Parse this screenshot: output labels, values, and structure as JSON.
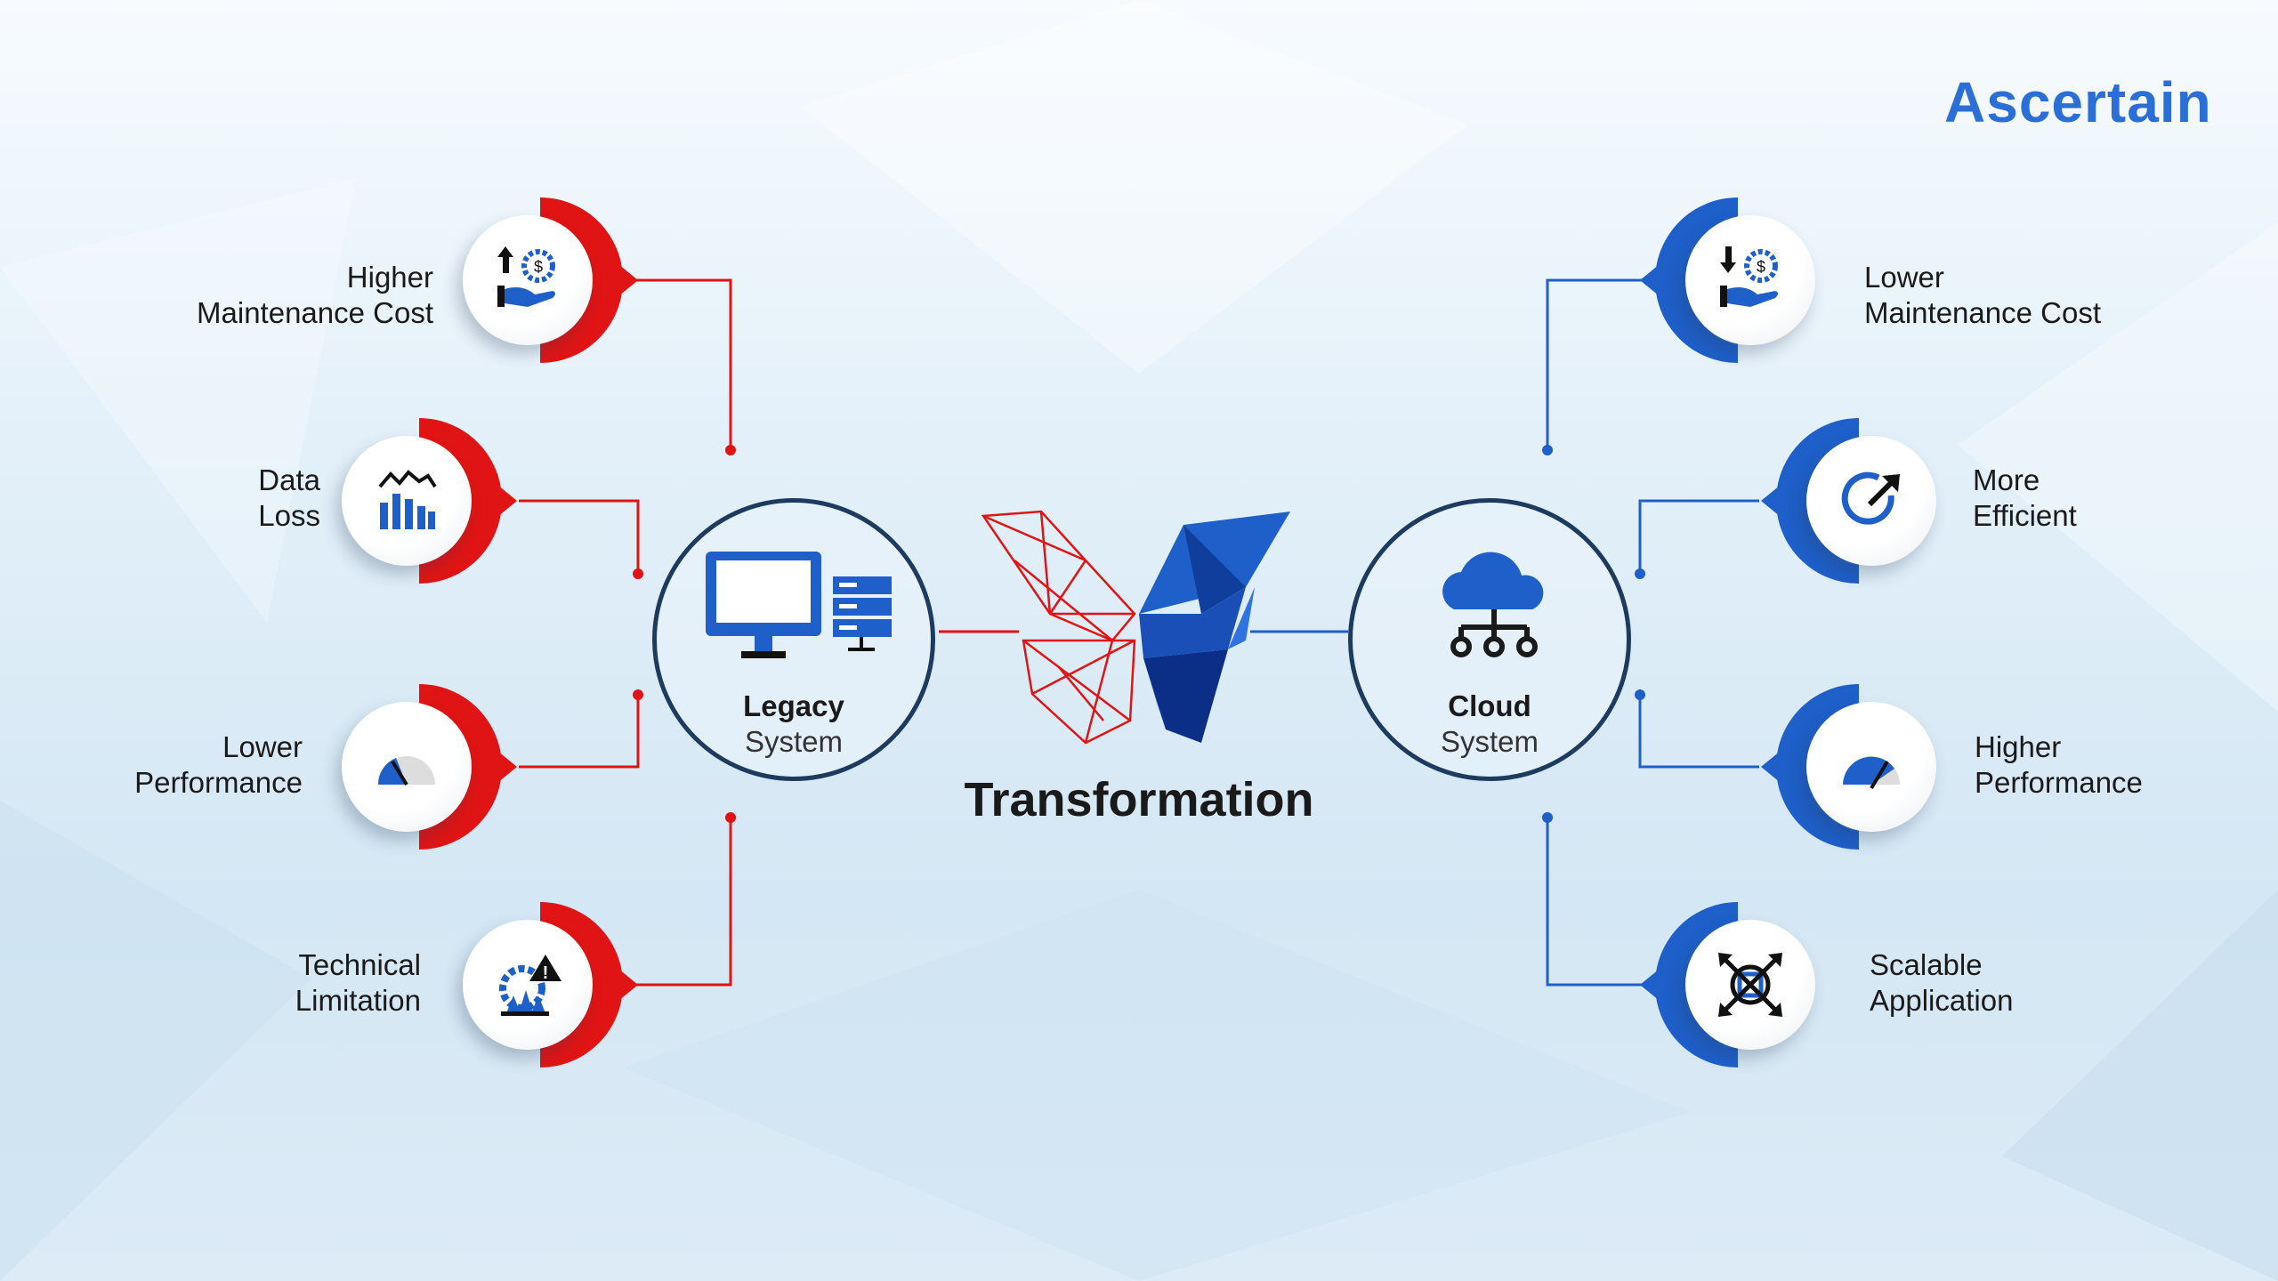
{
  "brand": {
    "logo_text": "Ascertain",
    "color": "#2b6fd6",
    "accent": "#e8262a"
  },
  "colors": {
    "legacy": "#e01414",
    "cloud": "#1e5fc9"
  },
  "center": {
    "legacy": {
      "line1": "Legacy",
      "line2": "System",
      "icon": "monitor-server-icon"
    },
    "cloud": {
      "line1": "Cloud",
      "line2": "System",
      "icon": "cloud-network-icon"
    },
    "title": "Transformation",
    "graphic": "butterfly-icon"
  },
  "legacy_items": [
    {
      "label": "Higher\nMaintenance Cost",
      "icon": "hand-cost-up-icon"
    },
    {
      "label": "Data\nLoss",
      "icon": "chart-loss-icon"
    },
    {
      "label": "Lower\nPerformance",
      "icon": "gauge-low-icon"
    },
    {
      "label": "Technical\nLimitation",
      "icon": "gear-warning-icon"
    }
  ],
  "cloud_items": [
    {
      "label": "Lower\nMaintenance Cost",
      "icon": "hand-cost-down-icon"
    },
    {
      "label": "More\nEfficient",
      "icon": "efficiency-arrow-icon"
    },
    {
      "label": "Higher\nPerformance",
      "icon": "gauge-high-icon"
    },
    {
      "label": "Scalable\nApplication",
      "icon": "scale-arrows-icon"
    }
  ]
}
